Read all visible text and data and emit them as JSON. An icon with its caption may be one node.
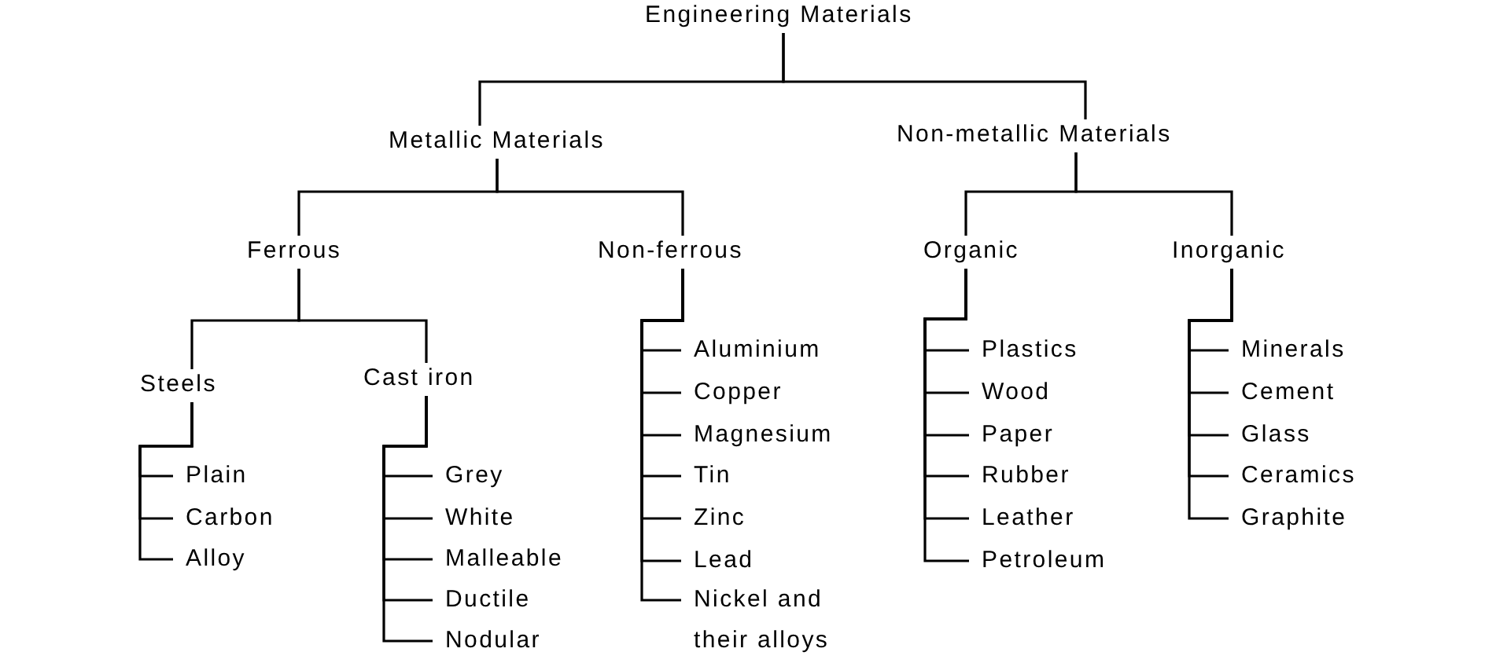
{
  "diagram": {
    "nodes": [
      {
        "text": [
          "Engineering Materials"
        ]
      },
      {
        "text": [
          "Metallic Materials"
        ]
      },
      {
        "text": [
          "Non-metallic Materials"
        ]
      },
      {
        "text": [
          "Ferrous"
        ]
      },
      {
        "text": [
          "Non-ferrous"
        ]
      },
      {
        "text": [
          "Organic"
        ]
      },
      {
        "text": [
          "Inorganic"
        ]
      },
      {
        "text": [
          "Steels"
        ]
      },
      {
        "text": [
          "Cast iron"
        ]
      },
      {
        "text": [
          "Plain"
        ]
      },
      {
        "text": [
          "Carbon"
        ]
      },
      {
        "text": [
          "Alloy"
        ]
      },
      {
        "text": [
          "Grey"
        ]
      },
      {
        "text": [
          "White"
        ]
      },
      {
        "text": [
          "Malleable"
        ]
      },
      {
        "text": [
          "Ductile"
        ]
      },
      {
        "text": [
          "Nodular"
        ]
      },
      {
        "text": [
          "Aluminium"
        ]
      },
      {
        "text": [
          "Copper"
        ]
      },
      {
        "text": [
          "Magnesium"
        ]
      },
      {
        "text": [
          "Tin"
        ]
      },
      {
        "text": [
          "Zinc"
        ]
      },
      {
        "text": [
          "Lead"
        ]
      },
      {
        "text": [
          "Nickel and their alloys"
        ]
      },
      {
        "text": [
          "Plastics"
        ]
      },
      {
        "text": [
          "Wood"
        ]
      },
      {
        "text": [
          "Paper"
        ]
      },
      {
        "text": [
          "Rubber"
        ]
      },
      {
        "text": [
          "Leather"
        ]
      },
      {
        "text": [
          "Petroleum"
        ]
      },
      {
        "text": [
          "Minerals"
        ]
      },
      {
        "text": [
          "Cement"
        ]
      },
      {
        "text": [
          "Glass"
        ]
      },
      {
        "text": [
          "Ceramics"
        ]
      },
      {
        "text": [
          "Graphite"
        ]
      }
    ],
    "edges": [
      {
        "from": 0,
        "to": 1,
        "arrow": "none"
      },
      {
        "from": 0,
        "to": 2,
        "arrow": "none"
      },
      {
        "from": 1,
        "to": 3,
        "arrow": "none"
      },
      {
        "from": 1,
        "to": 4,
        "arrow": "none"
      },
      {
        "from": 2,
        "to": 5,
        "arrow": "none"
      },
      {
        "from": 2,
        "to": 6,
        "arrow": "none"
      },
      {
        "from": 3,
        "to": 7,
        "arrow": "none"
      },
      {
        "from": 3,
        "to": 8,
        "arrow": "none"
      },
      {
        "from": 7,
        "to": 9,
        "arrow": "none"
      },
      {
        "from": 7,
        "to": 10,
        "arrow": "none"
      },
      {
        "from": 7,
        "to": 11,
        "arrow": "none"
      },
      {
        "from": 8,
        "to": 12,
        "arrow": "none"
      },
      {
        "from": 8,
        "to": 13,
        "arrow": "none"
      },
      {
        "from": 8,
        "to": 14,
        "arrow": "none"
      },
      {
        "from": 8,
        "to": 15,
        "arrow": "none"
      },
      {
        "from": 8,
        "to": 16,
        "arrow": "none"
      },
      {
        "from": 4,
        "to": 17,
        "arrow": "none"
      },
      {
        "from": 4,
        "to": 18,
        "arrow": "none"
      },
      {
        "from": 4,
        "to": 19,
        "arrow": "none"
      },
      {
        "from": 4,
        "to": 20,
        "arrow": "none"
      },
      {
        "from": 4,
        "to": 21,
        "arrow": "none"
      },
      {
        "from": 4,
        "to": 22,
        "arrow": "none"
      },
      {
        "from": 4,
        "to": 23,
        "arrow": "none"
      },
      {
        "from": 5,
        "to": 24,
        "arrow": "none"
      },
      {
        "from": 5,
        "to": 25,
        "arrow": "none"
      },
      {
        "from": 5,
        "to": 26,
        "arrow": "none"
      },
      {
        "from": 5,
        "to": 27,
        "arrow": "none"
      },
      {
        "from": 5,
        "to": 28,
        "arrow": "none"
      },
      {
        "from": 5,
        "to": 29,
        "arrow": "none"
      },
      {
        "from": 6,
        "to": 30,
        "arrow": "none"
      },
      {
        "from": 6,
        "to": 31,
        "arrow": "none"
      },
      {
        "from": 6,
        "to": 32,
        "arrow": "none"
      },
      {
        "from": 6,
        "to": 33,
        "arrow": "none"
      },
      {
        "from": 6,
        "to": 34,
        "arrow": "none"
      }
    ]
  }
}
